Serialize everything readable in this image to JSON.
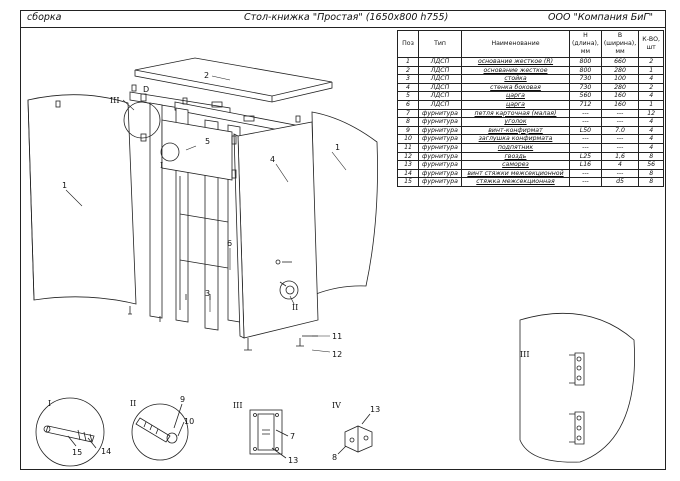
{
  "header": {
    "left": "сборка",
    "center": "Стол-книжка \"Простая\" (1650х800 h755)",
    "right": "ООО \"Компания БиГ\""
  },
  "table": {
    "headers": [
      "Поз",
      "Тип",
      "Наименование",
      "Н (длина), мм",
      "В (ширина), мм",
      "К-ВО, шт"
    ],
    "rows": [
      [
        "1",
        "ЛДСП",
        "основание жесткое (R)",
        "800",
        "660",
        "2"
      ],
      [
        "2",
        "ЛДСП",
        "основание жесткое",
        "800",
        "280",
        "1"
      ],
      [
        "3",
        "ЛДСП",
        "стойка",
        "730",
        "100",
        "4"
      ],
      [
        "4",
        "ЛДСП",
        "стенка боковая",
        "730",
        "280",
        "2"
      ],
      [
        "5",
        "ЛДСП",
        "царга",
        "560",
        "160",
        "4"
      ],
      [
        "6",
        "ЛДСП",
        "царга",
        "712",
        "160",
        "1"
      ],
      [
        "7",
        "фурнитура",
        "петля карточная (малая)",
        "---",
        "---",
        "12"
      ],
      [
        "8",
        "фурнитура",
        "уголок",
        "---",
        "---",
        "4"
      ],
      [
        "9",
        "фурнитура",
        "винт-конфирмат",
        "L50",
        "7.0",
        "4"
      ],
      [
        "10",
        "фурнитура",
        "заглушка конфирмата",
        "---",
        "---",
        "4"
      ],
      [
        "11",
        "фурнитура",
        "подпятник",
        "---",
        "---",
        "4"
      ],
      [
        "12",
        "фурнитура",
        "гвоздь",
        "L25",
        "1,6",
        "8"
      ],
      [
        "13",
        "фурнитура",
        "саморез",
        "L16",
        "4",
        "56"
      ],
      [
        "14",
        "фурнитура",
        "винт стяжки межсекционной",
        "---",
        "---",
        "8"
      ],
      [
        "15",
        "фурнитура",
        "стяжка межсекционная",
        "---",
        "d5",
        "8"
      ]
    ]
  },
  "callouts": {
    "n1": "1",
    "n2": "2",
    "n3": "3",
    "n4": "4",
    "n5": "5",
    "n6": "6",
    "n7": "7",
    "n8": "8",
    "n9": "9",
    "n10": "10",
    "n11": "11",
    "n12": "12",
    "n13": "13",
    "n14": "14",
    "n15": "15",
    "D": "D",
    "I": "I",
    "II": "II",
    "III": "III",
    "IV": "IV"
  }
}
